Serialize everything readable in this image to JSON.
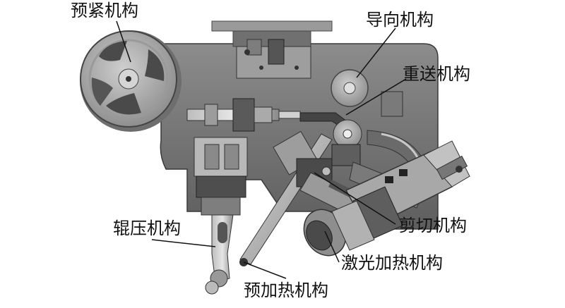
{
  "labels": {
    "preload": "预紧机构",
    "guide": "导向机构",
    "reel_feed": "重送机构",
    "roller": "辊压机构",
    "shear": "剪切机构",
    "laser": "激光加热机构",
    "preheat": "预加热机构"
  }
}
